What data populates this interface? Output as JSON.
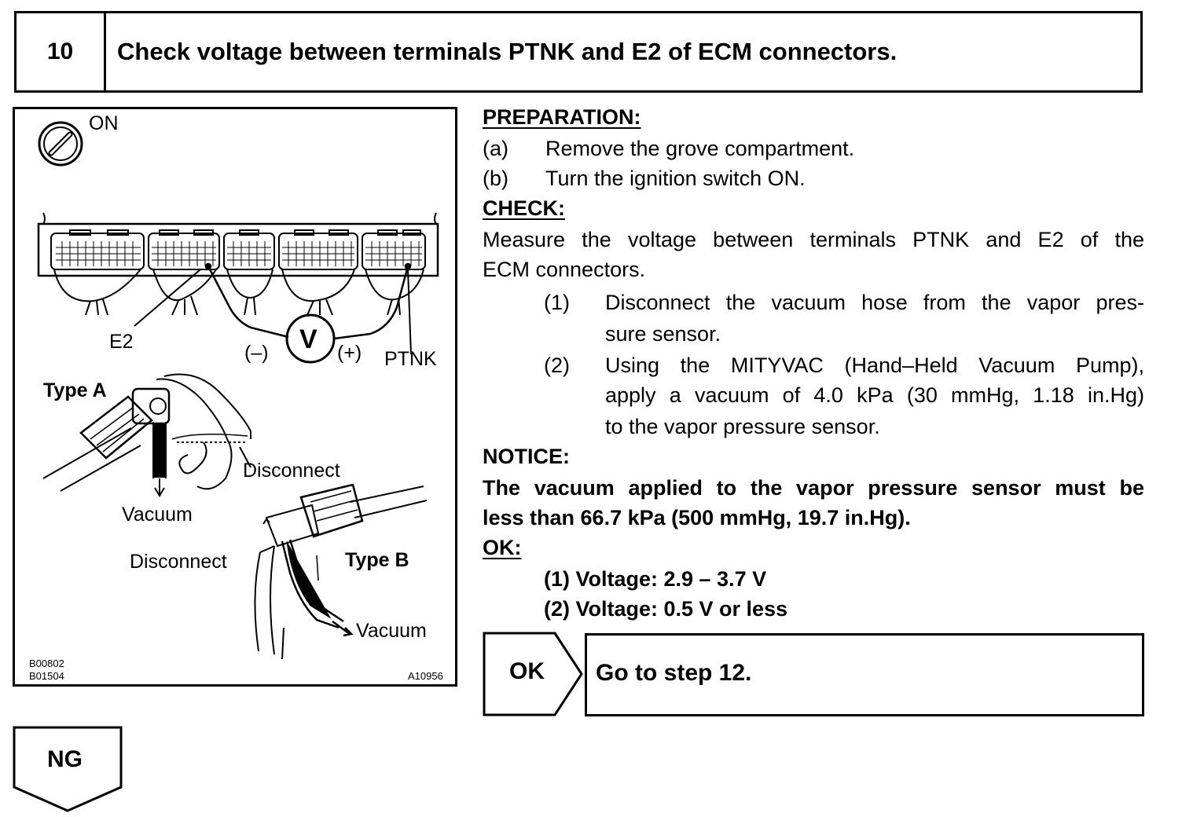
{
  "header": {
    "step": "10",
    "title": "Check voltage between terminals PTNK and E2 of ECM connectors."
  },
  "figure": {
    "on_label": "ON",
    "e2_label": "E2",
    "ptnk_label": "PTNK",
    "neg_label": "(–)",
    "pos_label": "(+)",
    "meter_label": "V",
    "type_a": "Type A",
    "type_b": "Type B",
    "disconnect_a": "Disconnect",
    "disconnect_b": "Disconnect",
    "vacuum_a": "Vacuum",
    "vacuum_b": "Vacuum",
    "code_1": "B00802",
    "code_2": "B01504",
    "code_3": "A10956"
  },
  "preparation": {
    "heading": "PREPARATION:",
    "items": [
      {
        "marker": "(a)",
        "text": "Remove the grove compartment."
      },
      {
        "marker": "(b)",
        "text": "Turn the ignition switch ON."
      }
    ]
  },
  "check": {
    "heading": "CHECK:",
    "line1": "Measure the voltage between terminals PTNK and E2 of the",
    "line2": "ECM connectors.",
    "steps": [
      {
        "marker": "(1)",
        "line1": "Disconnect the vacuum hose from the vapor pres-",
        "line2": "sure sensor."
      },
      {
        "marker": "(2)",
        "line1": "Using the MITYVAC (Hand–Held Vacuum Pump),",
        "line2": "apply a vacuum of 4.0 kPa (30 mmHg, 1.18 in.Hg)",
        "line3": "to the vapor pressure sensor."
      }
    ]
  },
  "notice": {
    "heading": "NOTICE:",
    "line1": "The vacuum applied to the vapor pressure sensor must be",
    "line2": "less than 66.7 kPa (500 mmHg, 19.7 in.Hg)."
  },
  "ok_spec": {
    "heading": "OK:",
    "items": [
      "(1) Voltage: 2.9 – 3.7 V",
      "(2) Voltage: 0.5 V or less"
    ]
  },
  "result_ok": {
    "label": "OK",
    "text": "Go to step 12."
  },
  "result_ng": {
    "label": "NG"
  }
}
